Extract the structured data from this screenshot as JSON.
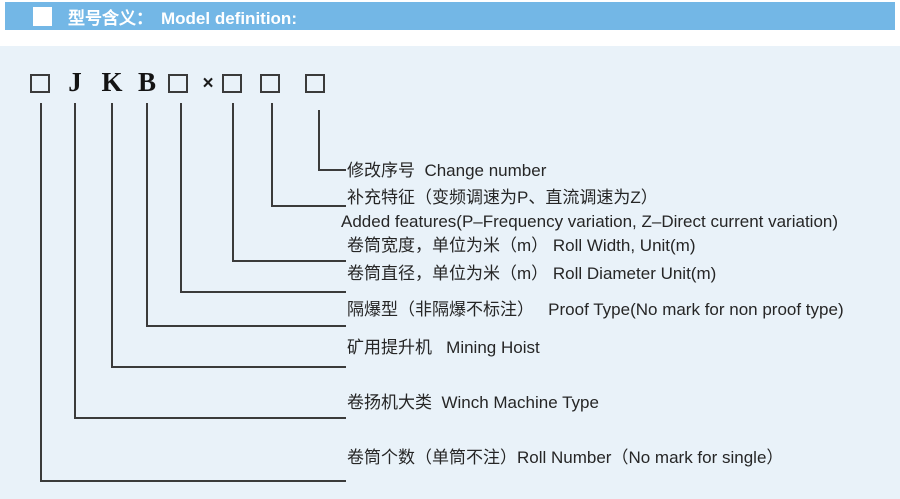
{
  "header": {
    "title_zh": "型号含义：",
    "title_en": "Model definition:"
  },
  "model_code": {
    "letter_1": "J",
    "letter_2": "K",
    "letter_3": "B",
    "multiply_sign": "×"
  },
  "labels": {
    "change_number": "修改序号  Change number",
    "added_features_zh": "补充特征（变频调速为P、直流调速为Z）",
    "added_features_en": "Added features(P–Frequency variation, Z–Direct current variation)",
    "roll_width": "卷筒宽度，单位为米（m） Roll Width, Unit(m)",
    "roll_diameter": "卷筒直径，单位为米（m） Roll Diameter Unit(m)",
    "proof_type": "隔爆型（非隔爆不标注）   Proof Type(No mark for non proof type)",
    "mining_hoist": "矿用提升机   Mining Hoist",
    "winch_type": "卷扬机大类  Winch Machine Type",
    "roll_number": "卷筒个数（单筒不注）Roll Number（No mark for single）"
  },
  "colors": {
    "header_bar": "#73b7e6",
    "content_background": "#e9f2f9",
    "line": "#3b3b3b",
    "text": "#262626"
  }
}
